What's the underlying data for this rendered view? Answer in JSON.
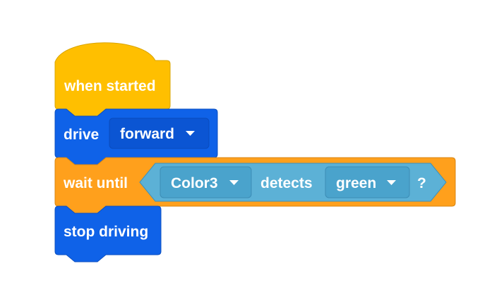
{
  "script": {
    "hat_block": {
      "label": "when started",
      "color": "#FFBF00",
      "border": "#D9A400"
    },
    "drive_block": {
      "label": "drive",
      "direction": "forward",
      "color": "#0F62E8",
      "dropdown_bg": "#0B55D3",
      "border": "#0B4FC0"
    },
    "wait_block": {
      "label": "wait until",
      "color": "#FFA01C",
      "border": "#D88612",
      "condition": {
        "sensor": "Color3",
        "verb": "detects",
        "color_value": "green",
        "suffix": "?",
        "bg": "#5CB1D6",
        "dropdown_bg": "#4AA3CC",
        "border": "#3F8FB8"
      }
    },
    "stop_block": {
      "label": "stop driving",
      "color": "#0F62E8",
      "border": "#0B4FC0"
    }
  }
}
